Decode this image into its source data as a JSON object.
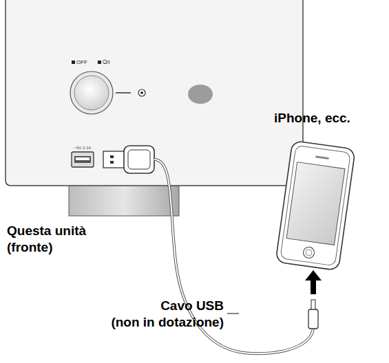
{
  "diagram": {
    "labels": [
      "OFF",
      "⏻/I",
      "⎓5V 2.1A",
      "Questa unità (fronte)",
      "iPhone, ecc.",
      "Cavo USB (non in dotazione)"
    ]
  }
}
